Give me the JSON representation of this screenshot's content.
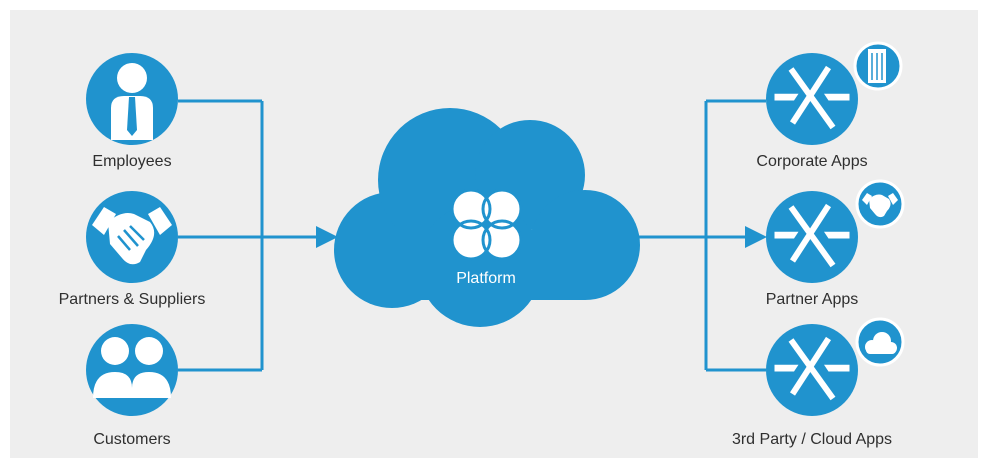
{
  "colors": {
    "background": "#eeeeee",
    "primary_blue": "#2093ce",
    "icon_white": "#ffffff",
    "text": "#2f2f2f"
  },
  "sources": [
    {
      "label": "Employees",
      "icon": "employee-icon"
    },
    {
      "label": "Partners & Suppliers",
      "icon": "handshake-icon"
    },
    {
      "label": "Customers",
      "icon": "customers-icon"
    }
  ],
  "platform": {
    "label": "Platform",
    "icon": "platform-logo-icon"
  },
  "apps": [
    {
      "label": "Corporate Apps",
      "icon": "app-store-icon",
      "badge": "building-icon"
    },
    {
      "label": "Partner Apps",
      "icon": "app-store-icon",
      "badge": "handshake-icon"
    },
    {
      "label": "3rd Party / Cloud Apps",
      "icon": "app-store-icon",
      "badge": "cloud-icon"
    }
  ]
}
